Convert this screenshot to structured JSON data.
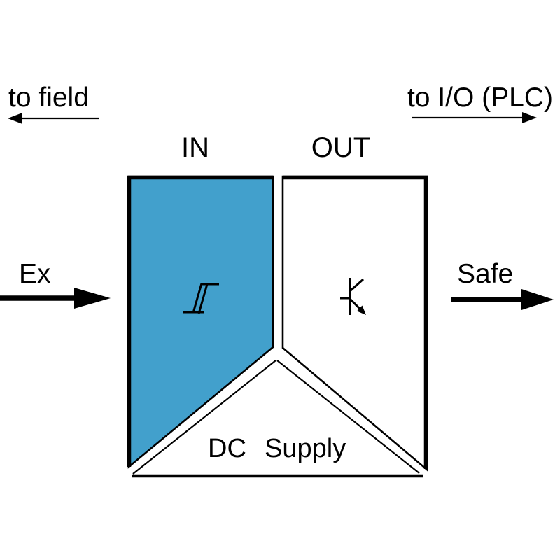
{
  "diagram": {
    "labels": {
      "to_field": "to field",
      "to_io": "to I/O (PLC)",
      "in": "IN",
      "out": "OUT",
      "ex": "Ex",
      "safe": "Safe",
      "dc": "DC",
      "supply": "Supply"
    },
    "icons": {
      "in_symbol": "hysteresis-icon",
      "out_symbol": "npn-open-collector-transistor-icon",
      "field_arrow": "arrow-left-icon",
      "io_arrow": "arrow-right-icon",
      "ex_arrow": "bold-arrow-right-icon",
      "safe_arrow": "bold-arrow-right-icon"
    },
    "colors": {
      "in_section_fill": "#42A0CC",
      "line": "#000000",
      "background": "#FFFFFF"
    }
  }
}
